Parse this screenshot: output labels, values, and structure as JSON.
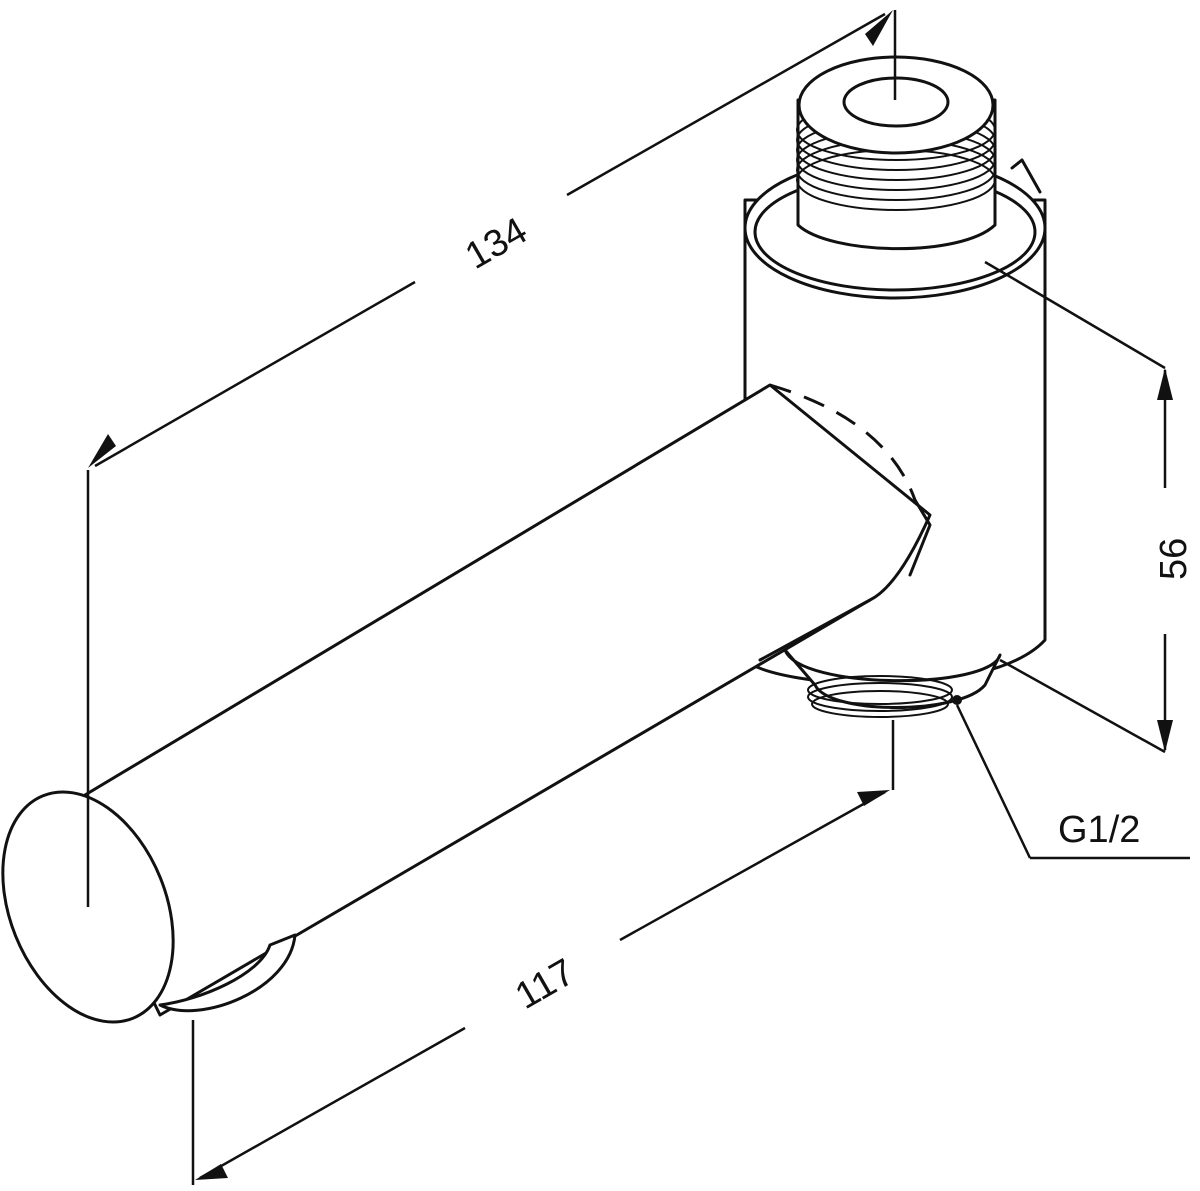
{
  "dimensions": {
    "length_total": "134",
    "length_spout": "117",
    "height": "56",
    "thread": "G1/2"
  }
}
